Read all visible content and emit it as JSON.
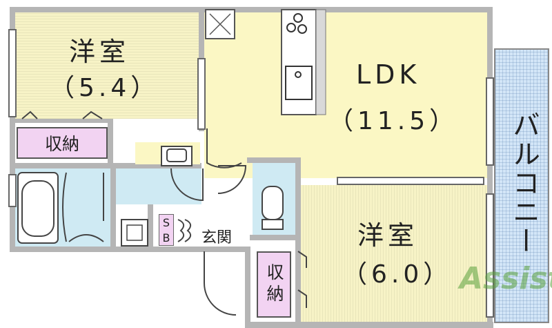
{
  "rooms": {
    "western_room_1": {
      "name": "洋室",
      "size": "（5.4）"
    },
    "ldk": {
      "name": "LDK",
      "size": "（11.5）"
    },
    "western_room_2": {
      "name": "洋室",
      "size": "（6.0）"
    }
  },
  "storage_1": "収納",
  "storage_2": "収納",
  "entrance": "玄関",
  "shoe_box": {
    "s": "S",
    "b": "B"
  },
  "balcony": "バルコニー",
  "watermark": "Assist",
  "colors": {
    "room_floor": "#f7f3c6",
    "ldk_floor": "#fbf7c4",
    "wet_area": "#cfeaf3",
    "storage": "#f2d3f2",
    "balcony": "#d3e6f7",
    "wall": "#b5b5b5"
  }
}
